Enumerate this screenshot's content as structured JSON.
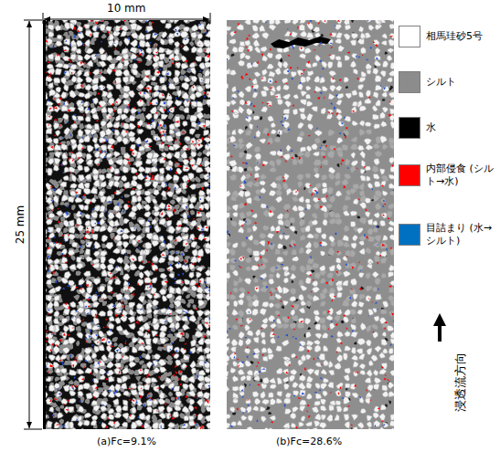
{
  "diagram": {
    "labels": [
      "10 mm",
      "25 mm",
      "浸透流方向",
      "(a)Fc=9.1%",
      "(b)Fc=28.6%"
    ],
    "legend": [
      {
        "text": "相馬珪砂5号",
        "color": "#ffffff"
      },
      {
        "text": "シルト",
        "color": "#8c8c8c"
      },
      {
        "text": "水",
        "color": "#000000"
      },
      {
        "text": "内部侵食 (シルト→水)",
        "color": "#ff0000"
      },
      {
        "text": "目詰まり (水→シルト)",
        "color": "#0070c0"
      }
    ]
  }
}
